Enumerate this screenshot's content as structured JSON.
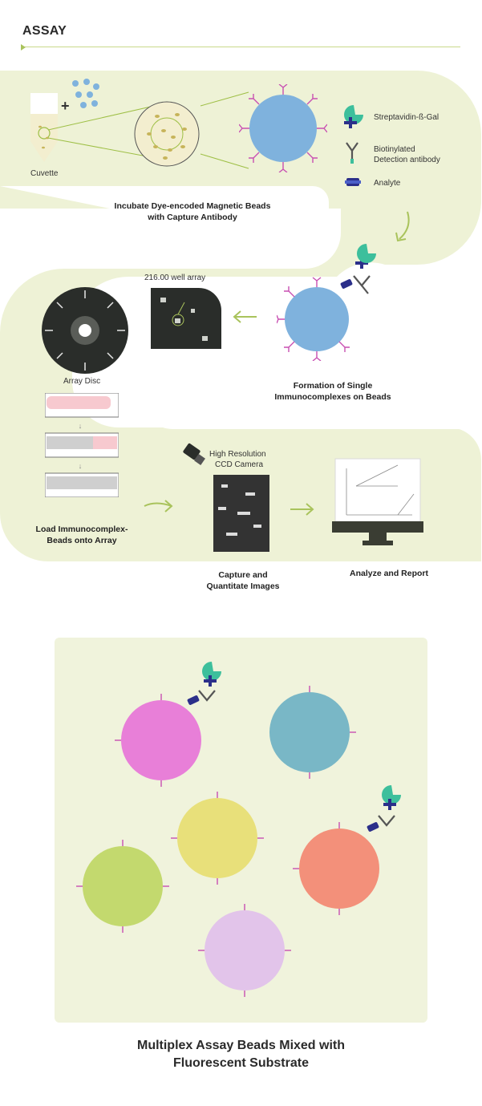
{
  "header": {
    "title": "ASSAY"
  },
  "step1": {
    "cuvette_label": "Cuvette",
    "caption_line1": "Incubate Dye-encoded Magnetic Beads",
    "caption_line2": "with Capture Antibody"
  },
  "legend": {
    "items": [
      {
        "label": "Streptavidin-ß-Gal",
        "icon": "streptavidin-icon"
      },
      {
        "label_line1": "Biotinylated",
        "label_line2": "Detection antibody",
        "icon": "antibody-icon"
      },
      {
        "label": "Analyte",
        "icon": "analyte-icon"
      }
    ]
  },
  "step2": {
    "caption_line1": "Formation of Single",
    "caption_line2": "Immunocomplexes on Beads"
  },
  "step3": {
    "well_array_label": "216.00 well array",
    "disc_label": "Array Disc",
    "caption_line1": "Load Immunocomplex-",
    "caption_line2": "Beads onto Array"
  },
  "step4": {
    "camera_line1": "High Resolution",
    "camera_line2": "CCD Camera",
    "caption_line1": "Capture and",
    "caption_line2": "Quantitate Images"
  },
  "step5": {
    "caption": "Analyze and Report"
  },
  "bottom": {
    "title_line1": "Multiplex Assay Beads Mixed with",
    "title_line2": "Fluorescent Substrate"
  },
  "colors": {
    "path_bg": "#eef2d6",
    "accent_green": "#a9c35c",
    "antibody_magenta": "#c84fb2",
    "streptavidin_teal": "#3dbf9c",
    "analyte_navy": "#2b2f8a",
    "bead_blue": "#7fb2dd",
    "bead_pink": "#e87fd8",
    "bead_teal": "#79b7c6",
    "bead_yellow": "#e8e07a",
    "bead_green": "#c3d96e",
    "bead_salmon": "#f3907a",
    "bead_lavender": "#e2c4ea"
  }
}
